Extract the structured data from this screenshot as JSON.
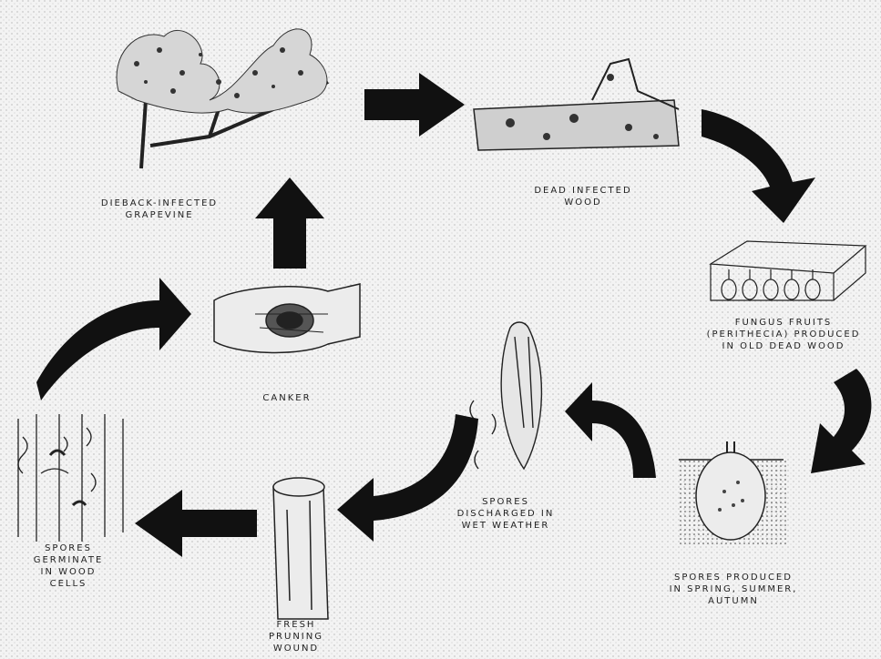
{
  "palette": {
    "ink": "#111111",
    "paper": "#f3f3f3",
    "label": "#222222"
  },
  "stages": [
    {
      "id": "grapevine",
      "label": "DIEBACK-INFECTED\nGRAPEVINE"
    },
    {
      "id": "dead-wood",
      "label": "DEAD INFECTED\nWOOD"
    },
    {
      "id": "perithecia",
      "label": "FUNGUS FRUITS\n(PERITHECIA) PRODUCED\nIN OLD DEAD WOOD"
    },
    {
      "id": "spores-produced",
      "label": "SPORES PRODUCED\nIN SPRING, SUMMER,\nAUTUMN"
    },
    {
      "id": "spores-discharged",
      "label": "SPORES\nDISCHARGED IN\nWET WEATHER"
    },
    {
      "id": "pruning-wound",
      "label": "FRESH\nPRUNING\nWOUND"
    },
    {
      "id": "spores-germinate",
      "label": "SPORES\nGERMINATE\nIN WOOD\nCELLS"
    },
    {
      "id": "canker",
      "label": "CANKER"
    }
  ],
  "arrows": [
    {
      "name": "grapevine-to-deadwood",
      "icon": "arrow-right-icon"
    },
    {
      "name": "deadwood-to-perithecia",
      "icon": "curved-arrow-icon"
    },
    {
      "name": "perithecia-to-spores",
      "icon": "curved-arrow-icon"
    },
    {
      "name": "spores-to-discharge",
      "icon": "curved-arrow-icon"
    },
    {
      "name": "discharge-to-wound",
      "icon": "curved-arrow-icon"
    },
    {
      "name": "wound-to-germinate",
      "icon": "arrow-left-icon"
    },
    {
      "name": "germinate-to-canker",
      "icon": "curved-arrow-icon"
    },
    {
      "name": "canker-to-grapevine",
      "icon": "arrow-up-icon"
    }
  ]
}
